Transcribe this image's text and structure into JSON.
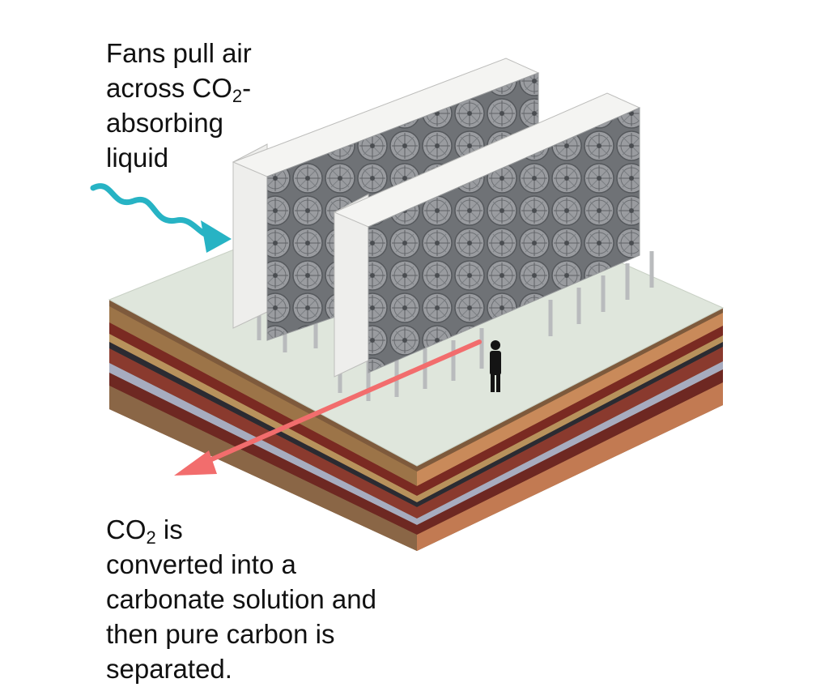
{
  "captions": {
    "top": {
      "line1": "Fans pull air",
      "line2_prefix": "across CO",
      "line2_sub": "2",
      "line2_suffix": "-",
      "line3": "absorbing",
      "line4": "liquid"
    },
    "bottom": {
      "line1_prefix": "CO",
      "line1_sub": "2",
      "line1_suffix": " is",
      "line2": "converted into a",
      "line3": "carbonate solution and",
      "line4": "then pure carbon is",
      "line5": "separated."
    }
  },
  "colors": {
    "intake_arrow": "#27b3c4",
    "output_arrow": "#f26d6d",
    "ground_top": "#dfe6dc",
    "unit_body": "#ececea",
    "fan": "#8a8c90",
    "strata": [
      "#9c7448",
      "#7a2a22",
      "#b8925c",
      "#2b2b32",
      "#8a3a2e",
      "#a7acbf",
      "#7e5a3c",
      "#c98a5a"
    ]
  },
  "icons": [
    "fan-icon",
    "intake-arrow-icon",
    "output-arrow-icon",
    "person-silhouette-icon"
  ]
}
